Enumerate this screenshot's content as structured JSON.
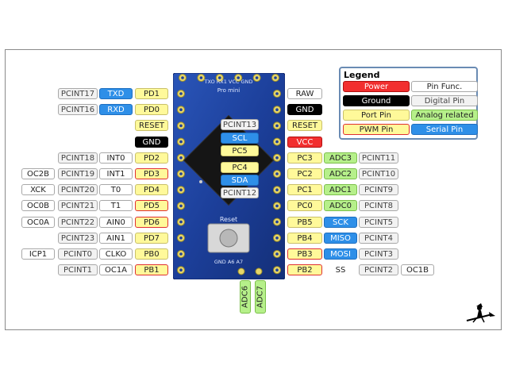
{
  "colors": {
    "power": "#f22f2f",
    "ground": "#000000",
    "port": "#fff99a",
    "pwm_border": "#e03030",
    "serial": "#2e8fe8",
    "analog": "#b6f08a",
    "board": "#1c3f9a"
  },
  "legend": {
    "title": "Legend",
    "items": [
      {
        "label": "Power",
        "type": "power"
      },
      {
        "label": "Pin Func.",
        "type": "func"
      },
      {
        "label": "Ground",
        "type": "ground"
      },
      {
        "label": "Digital Pin",
        "type": "digital"
      },
      {
        "label": "Port Pin",
        "type": "port"
      },
      {
        "label": "Analog related",
        "type": "analog"
      },
      {
        "label": "PWM Pin",
        "type": "pwm"
      },
      {
        "label": "Serial Pin",
        "type": "serial"
      }
    ]
  },
  "board": {
    "name": "Pro mini",
    "top_silk": "TXO RX1 VCC GND",
    "reset_label": "Reset",
    "bottom_silk": "GND A6 A7"
  },
  "left_rows": [
    [
      "",
      "PCINT17",
      "TXD",
      "PD1"
    ],
    [
      "",
      "PCINT16",
      "RXD",
      "PD0"
    ],
    [
      "",
      "",
      "",
      "RESET"
    ],
    [
      "",
      "",
      "",
      "GND"
    ],
    [
      "",
      "PCINT18",
      "INT0",
      "PD2"
    ],
    [
      "OC2B",
      "PCINT19",
      "INT1",
      "PD3"
    ],
    [
      "XCK",
      "PCINT20",
      "T0",
      "PD4"
    ],
    [
      "OC0B",
      "PCINT21",
      "T1",
      "PD5"
    ],
    [
      "OC0A",
      "PCINT22",
      "AIN0",
      "PD6"
    ],
    [
      "",
      "PCINT23",
      "AIN1",
      "PD7"
    ],
    [
      "ICP1",
      "PCINT0",
      "CLKO",
      "PB0"
    ],
    [
      "",
      "PCINT1",
      "OC1A",
      "PB1"
    ]
  ],
  "right_rows": [
    [
      "RAW",
      "",
      "",
      ""
    ],
    [
      "GND",
      "",
      "",
      ""
    ],
    [
      "RESET",
      "",
      "",
      ""
    ],
    [
      "VCC",
      "",
      "",
      ""
    ],
    [
      "PC3",
      "ADC3",
      "PCINT11",
      ""
    ],
    [
      "PC2",
      "ADC2",
      "PCINT10",
      ""
    ],
    [
      "PC1",
      "ADC1",
      "PCINT9",
      ""
    ],
    [
      "PC0",
      "ADC0",
      "PCINT8",
      ""
    ],
    [
      "PB5",
      "SCK",
      "PCINT5",
      ""
    ],
    [
      "PB4",
      "MISO",
      "PCINT4",
      ""
    ],
    [
      "PB3",
      "MOSI",
      "PCINT3",
      ""
    ],
    [
      "PB2",
      "SS",
      "PCINT2",
      "OC1B"
    ]
  ],
  "center_labels": [
    "PCINT13",
    "SCL",
    "PC5",
    "PC4",
    "SDA",
    "PCINT12"
  ],
  "bottom_labels": [
    "ADC6",
    "ADC7"
  ]
}
